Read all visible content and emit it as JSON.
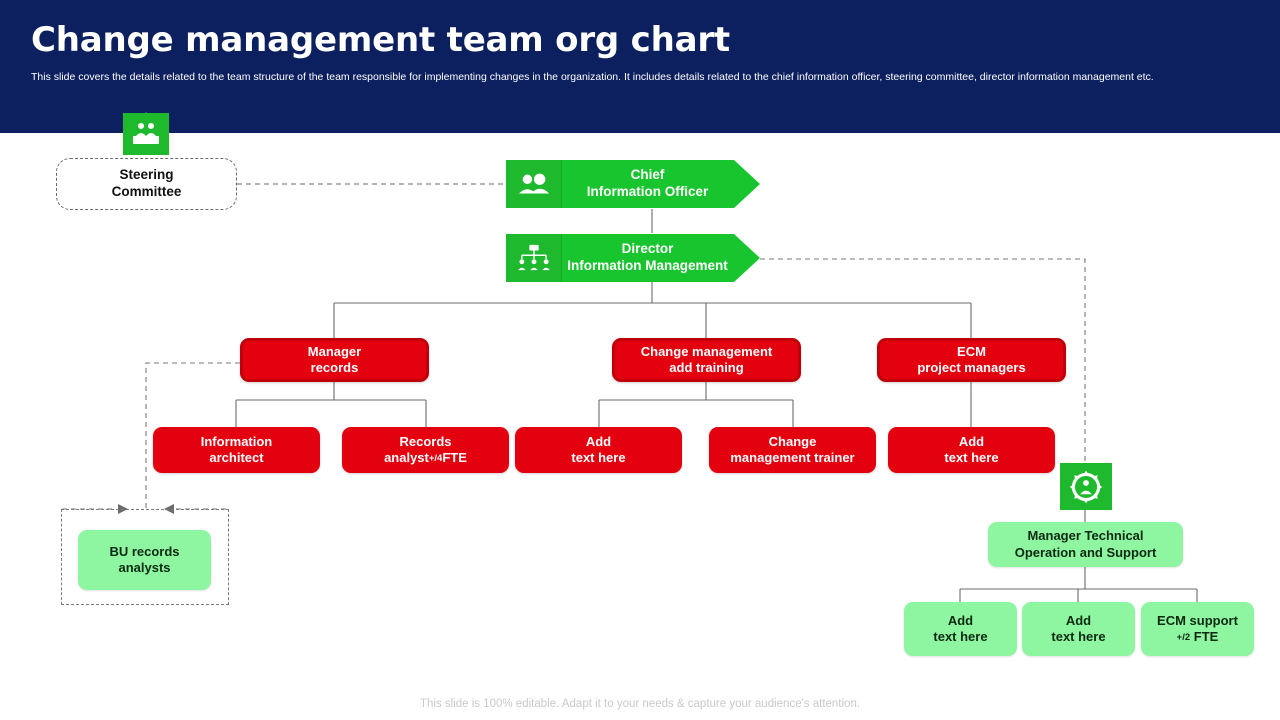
{
  "header": {
    "title": "Change management team org chart",
    "subtitle": "This slide covers the details related to the team structure of the team responsible for implementing changes in the organization. It includes details related to the chief information officer, steering committee, director information management etc.",
    "background_color": "#0c1f5e",
    "title_color": "#ffffff"
  },
  "colors": {
    "green": "#19c52e",
    "light_green": "#8ef5a0",
    "red": "#e3000f",
    "red_border": "#c00009",
    "navy": "#0c1f5e",
    "line": "#6b6b6b"
  },
  "chart": {
    "type": "org-chart",
    "nodes": {
      "steering_committee": {
        "label_line1": "Steering",
        "label_line2": "Committee",
        "style": "dashed-outline",
        "icon": "meeting-people-icon"
      },
      "chief_information_officer": {
        "label_line1": "Chief",
        "label_line2": "Information Officer",
        "style": "green-arrow",
        "icon": "two-people-icon"
      },
      "director_information_management": {
        "label_line1": "Director",
        "label_line2": "Information Management",
        "style": "green-arrow",
        "icon": "org-hierarchy-icon"
      },
      "manager_records": {
        "label_line1": "Manager",
        "label_line2": "records",
        "style": "red"
      },
      "change_management_add_training": {
        "label_line1": "Change management",
        "label_line2": "add training",
        "style": "red"
      },
      "ecm_project_managers": {
        "label_line1": "ECM",
        "label_line2": "project managers",
        "style": "red"
      },
      "information_architect": {
        "label_line1": "Information",
        "label_line2": "architect",
        "style": "red"
      },
      "records_analyst": {
        "label_line1": "Records",
        "label_line2": "analyst",
        "label_line2_small": "+/4",
        "label_line2_tail": "FTE",
        "style": "red"
      },
      "add_text_here_1": {
        "label_line1": "Add",
        "label_line2": "text here",
        "style": "red"
      },
      "change_management_trainer": {
        "label_line1": "Change",
        "label_line2": "management trainer",
        "style": "red"
      },
      "add_text_here_2": {
        "label_line1": "Add",
        "label_line2": "text here",
        "style": "red"
      },
      "bu_records_analysts": {
        "label_line1": "BU records",
        "label_line2": "analysts",
        "style": "light-green"
      },
      "manager_technical_operation": {
        "label_line1": "Manager Technical",
        "label_line2": "Operation and Support",
        "style": "light-green",
        "icon": "gear-person-icon"
      },
      "add_text_here_3": {
        "label_line1": "Add",
        "label_line2": "text here",
        "style": "light-green"
      },
      "add_text_here_4": {
        "label_line1": "Add",
        "label_line2": "text here",
        "style": "light-green"
      },
      "ecm_support": {
        "label_line1": "ECM support",
        "label_line2_small": "+/2",
        "label_line2_tail": "FTE",
        "style": "light-green"
      }
    }
  },
  "footer": {
    "note": "This slide is 100% editable. Adapt it to your needs & capture your audience's attention."
  }
}
